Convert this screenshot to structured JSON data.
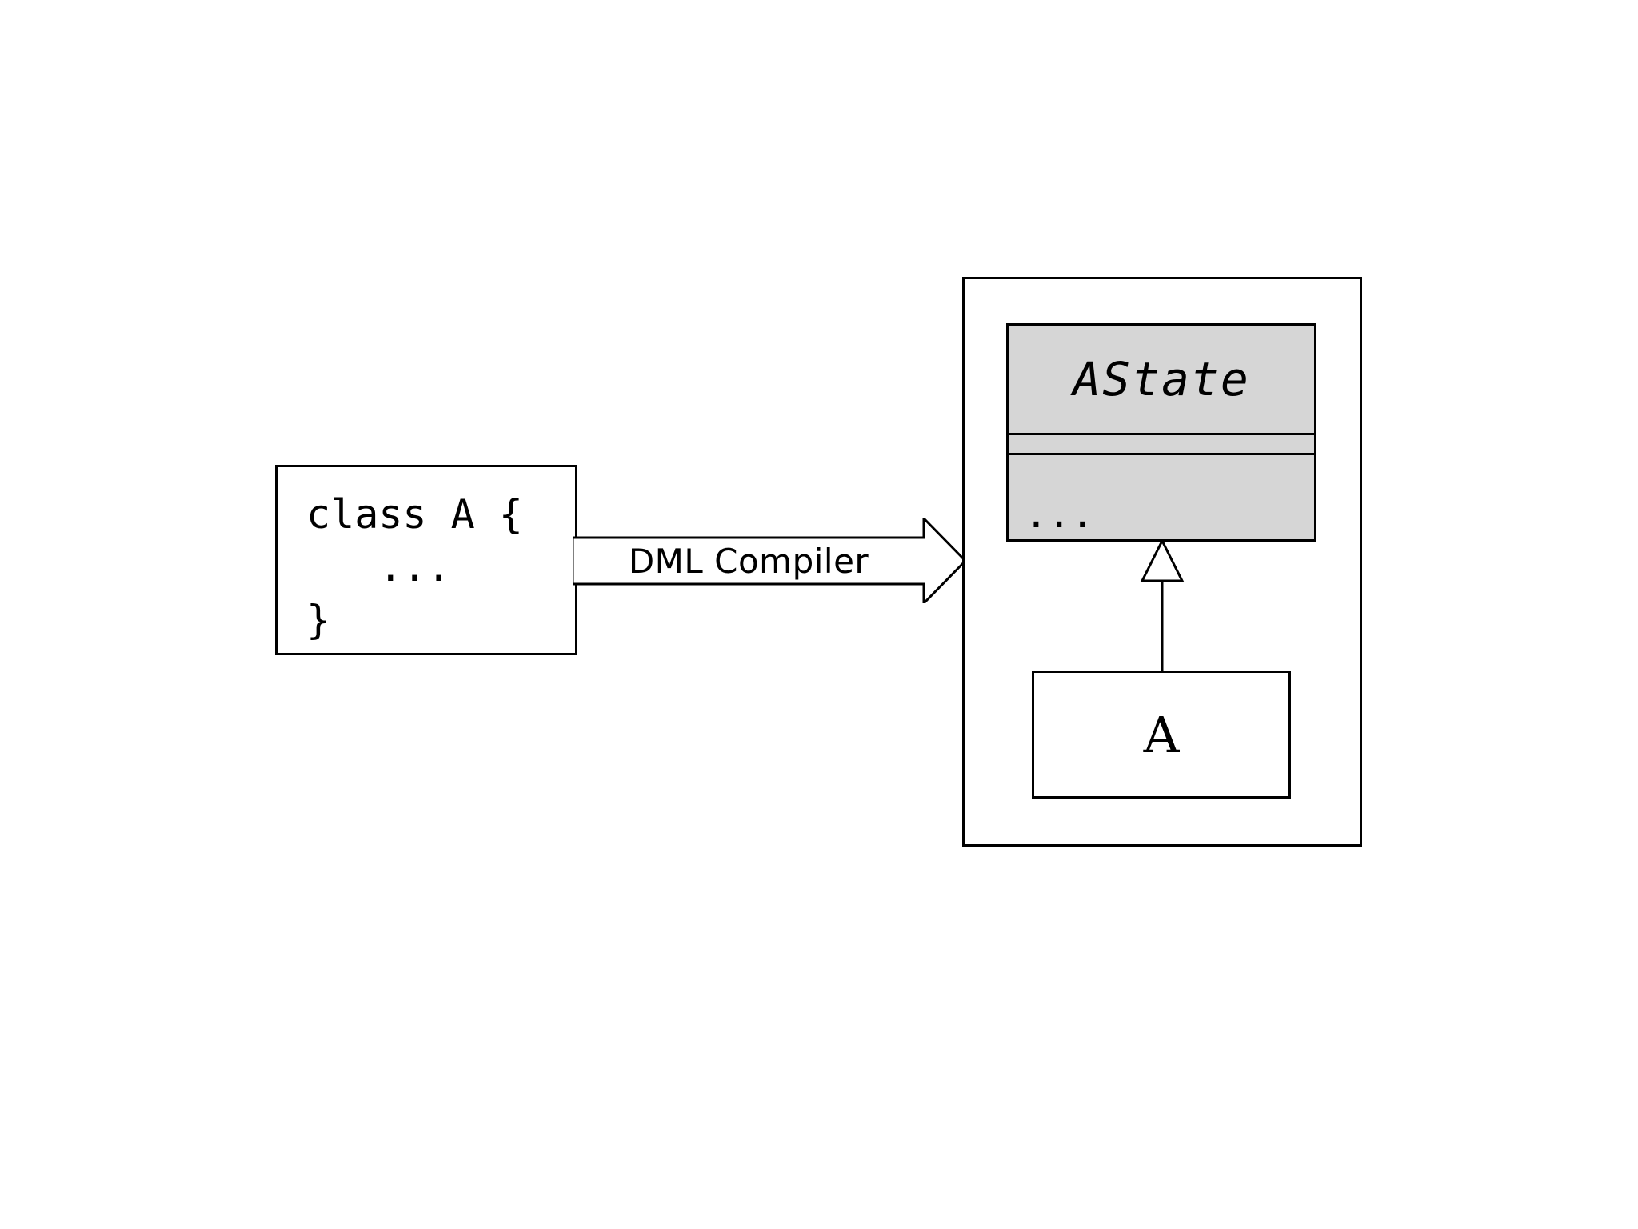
{
  "diagram": {
    "title": "DML Compiler transformation diagram",
    "colors": {
      "stroke": "#000000",
      "background": "#ffffff",
      "abstract_class_fill": "#d6d6d6",
      "concrete_class_fill": "#ffffff"
    },
    "source_box": {
      "name": "source-code-box",
      "code": "class A {\n   ...\n}"
    },
    "transformation_arrow": {
      "name": "dml-compiler-arrow",
      "label": "DML Compiler",
      "direction": "right",
      "style": "hollow-block-arrow"
    },
    "output_container": {
      "name": "generated-model-container",
      "abstract_class": {
        "name": "AState",
        "stereotype": "abstract",
        "attributes": "",
        "operations": "..."
      },
      "concrete_class": {
        "name": "A",
        "attributes": "",
        "operations": ""
      },
      "relationship": {
        "type": "generalization",
        "from": "A",
        "to": "AState",
        "arrowhead": "hollow-triangle"
      }
    }
  }
}
